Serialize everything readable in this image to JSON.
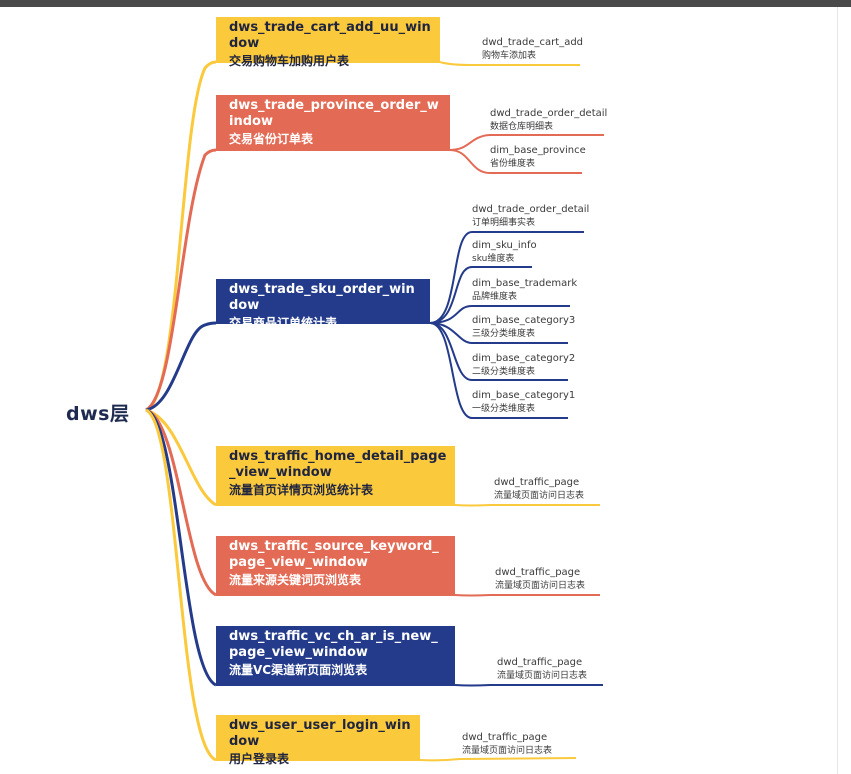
{
  "root": {
    "label": "dws层"
  },
  "colors": {
    "yellow": "#fbc93c",
    "orange": "#e36b55",
    "navy": "#233b8a",
    "topbar": "#4a4a4a"
  },
  "nodes": [
    {
      "name": "dws_trade_cart_add_uu_window",
      "desc": "交易购物车加购用户表",
      "color": "yellow",
      "children": [
        {
          "name": "dwd_trade_cart_add",
          "desc": "购物车添加表"
        }
      ]
    },
    {
      "name": "dws_trade_province_order_window",
      "desc": "交易省份订单表",
      "color": "orange",
      "children": [
        {
          "name": "dwd_trade_order_detail",
          "desc": "数据仓库明细表"
        },
        {
          "name": "dim_base_province",
          "desc": "省份维度表"
        }
      ]
    },
    {
      "name": "dws_trade_sku_order_window",
      "desc": "交易商品订单统计表",
      "color": "navy",
      "children": [
        {
          "name": "dwd_trade_order_detail",
          "desc": "订单明细事实表"
        },
        {
          "name": "dim_sku_info",
          "desc": "sku维度表"
        },
        {
          "name": "dim_base_trademark",
          "desc": "品牌维度表"
        },
        {
          "name": "dim_base_category3",
          "desc": "三级分类维度表"
        },
        {
          "name": "dim_base_category2",
          "desc": "二级分类维度表"
        },
        {
          "name": "dim_base_category1",
          "desc": "一级分类维度表"
        }
      ]
    },
    {
      "name": "dws_traffic_home_detail_page_view_window",
      "desc": "流量首页详情页浏览统计表",
      "color": "yellow",
      "children": [
        {
          "name": "dwd_traffic_page",
          "desc": "流量域页面访问日志表"
        }
      ]
    },
    {
      "name": "dws_traffic_source_keyword_page_view_window",
      "desc": "流量来源关键词页浏览表",
      "color": "orange",
      "children": [
        {
          "name": "dwd_traffic_page",
          "desc": "流量域页面访问日志表"
        }
      ]
    },
    {
      "name": "dws_traffic_vc_ch_ar_is_new_page_view_window",
      "desc": "流量VC渠道新页面浏览表",
      "color": "navy",
      "children": [
        {
          "name": "dwd_traffic_page",
          "desc": "流量域页面访问日志表"
        }
      ]
    },
    {
      "name": "dws_user_user_login_window",
      "desc": "用户登录表",
      "color": "yellow",
      "children": [
        {
          "name": "dwd_traffic_page",
          "desc": "流量域页面访问日志表"
        }
      ]
    }
  ]
}
